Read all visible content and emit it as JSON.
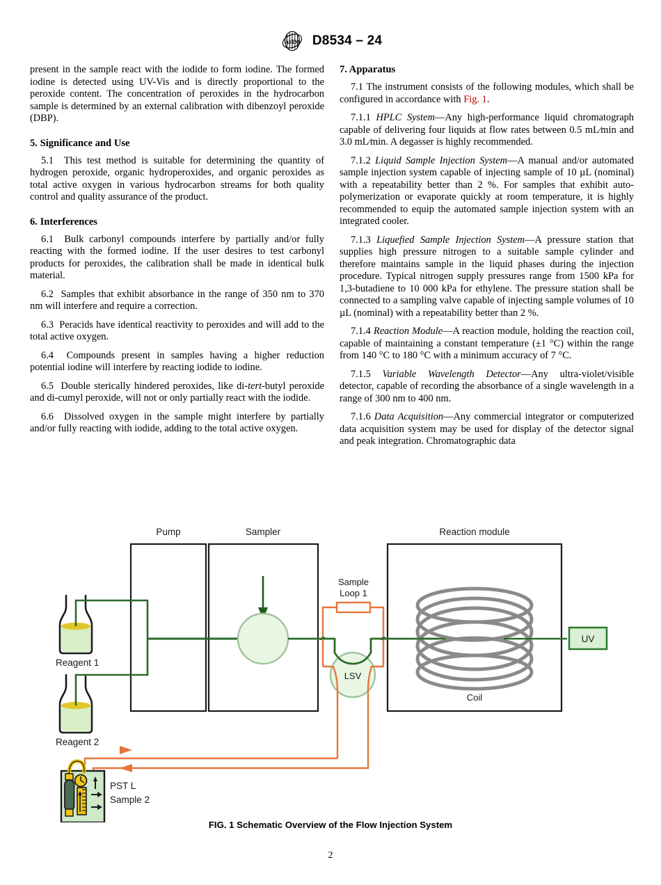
{
  "header": {
    "logo_icon": "astm-logo",
    "designation": "D8534 – 24"
  },
  "page_number": "2",
  "left_column": {
    "paragraphs": [
      {
        "id": "p-continued",
        "text": "present in the sample react with the iodide to form iodine. The formed iodine is detected using UV-Vis and is directly proportional to the peroxide content. The concentration of peroxides in the hydrocarbon sample is determined by an external calibration with dibenzoyl peroxide (DBP)."
      }
    ],
    "sections": [
      {
        "heading": "5.  Significance and Use",
        "items": [
          {
            "number": "5.1",
            "text": "This test method is suitable for determining the quantity of hydrogen peroxide, organic hydroperoxides, and organic peroxides as total active oxygen in various hydrocarbon streams for both quality control and quality assurance of the product."
          }
        ]
      },
      {
        "heading": "6.  Interferences",
        "items": [
          {
            "number": "6.1",
            "text": "Bulk carbonyl compounds interfere by partially and/or fully reacting with the formed iodine. If the user desires to test carbonyl products for peroxides, the calibration shall be made in identical bulk material."
          },
          {
            "number": "6.2",
            "text": "Samples that exhibit absorbance in the range of 350 nm to 370 nm will interfere and require a correction."
          },
          {
            "number": "6.3",
            "text": "Peracids have identical reactivity to peroxides and will add to the total active oxygen."
          },
          {
            "number": "6.4",
            "text": "Compounds present in samples having a higher reduction potential iodine will interfere by reacting iodide to iodine."
          },
          {
            "number": "6.5",
            "text": "Double sterically hindered peroxides, like di-tert-butyl peroxide and di-cumyl peroxide, will not or only partially react with the iodide."
          },
          {
            "number": "6.6",
            "text": "Dissolved oxygen in the sample might interfere by partially and/or fully reacting with iodide, adding to the total active oxygen."
          }
        ]
      }
    ]
  },
  "right_column": {
    "sections": [
      {
        "heading": "7.  Apparatus",
        "items": [
          {
            "number": "7.1",
            "text": "The instrument consists of the following modules, which shall be configured in accordance with Fig. 1.",
            "link_text": "Fig. 1"
          },
          {
            "number": "7.1.1",
            "title": "HPLC System",
            "text": "—Any high-performance liquid chromatograph capable of delivering four liquids at flow rates between 0.5 mL∕min and 3.0 mL∕min. A degasser is highly recommended."
          },
          {
            "number": "7.1.2",
            "title": "Liquid Sample Injection System",
            "text": "—A manual and/or automated sample injection system capable of injecting sample of 10 µL (nominal) with a repeatability better than 2 %. For samples that exhibit auto-polymerization or evaporate quickly at room temperature, it is highly recommended to equip the automated sample injection system with an integrated cooler."
          },
          {
            "number": "7.1.3",
            "title": "Liquefied Sample Injection System",
            "text": "—A pressure station that supplies high pressure nitrogen to a suitable sample cylinder and therefore maintains sample in the liquid phases during the injection procedure. Typical nitrogen supply pressures range from 1500 kPa for 1,3-butadiene to 10 000 kPa for ethylene. The pressure station shall be connected to a sampling valve capable of injecting sample volumes of 10 µL (nominal) with a repeatability better than 2 %."
          },
          {
            "number": "7.1.4",
            "title": "Reaction Module",
            "text": "—A reaction module, holding the reaction coil, capable of maintaining a constant temperature (±1 °C) within the range from 140 °C to 180 °C with a minimum accuracy of 7 °C."
          },
          {
            "number": "7.1.5",
            "title": "Variable Wavelength Detector",
            "text": "—Any ultra-violet/visible detector, capable of recording the absorbance of a single wavelength in a range of 300 nm to 400 nm."
          },
          {
            "number": "7.1.6",
            "title": "Data Acquisition",
            "text": "—Any commercial integrator or computerized data acquisition system may be used for display of the detector signal and peak integration. Chromatographic data"
          }
        ]
      }
    ]
  },
  "figure": {
    "caption": "FIG. 1 Schematic Overview of the Flow Injection System",
    "labels": {
      "pump": "Pump",
      "sampler": "Sampler",
      "reaction_module": "Reaction module",
      "sample_loop_line1": "Sample",
      "sample_loop_line2": "Loop 1",
      "lsv": "LSV",
      "coil": "Coil",
      "uv": "UV",
      "reagent1": "Reagent 1",
      "reagent2": "Reagent 2",
      "pst_line1": "PST L",
      "pst_line2": "Sample 2"
    },
    "colors": {
      "liquid_line": "#2b6b2b",
      "gas_line": "#e8743b",
      "coil": "#8a8a8a",
      "box_border": "#1a1a1a",
      "vessel_fill": "#dff0d8",
      "vessel_liquid": "#cfe8c2",
      "liquid_surface": "#e8c832",
      "uv_fill": "#d9f0d4",
      "uv_border": "#2f7d32",
      "pst_box_fill": "#cfe8c8",
      "pst_cylinder": "#4c6b53",
      "pst_accent": "#f0c419"
    }
  }
}
